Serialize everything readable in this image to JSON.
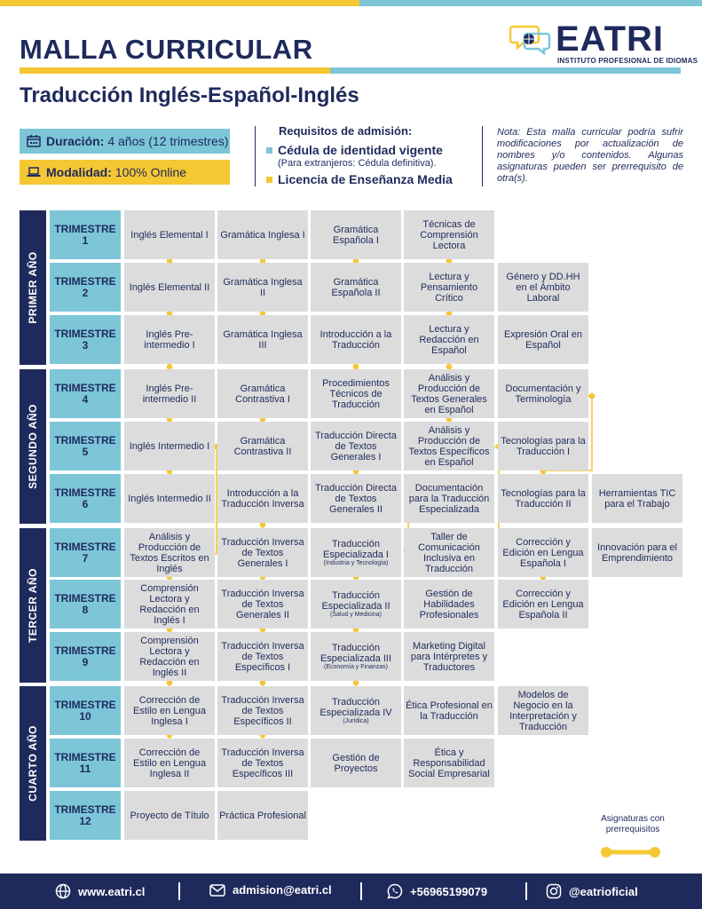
{
  "header": {
    "title": "MALLA CURRICULAR",
    "subtitle": "Traducción Inglés-Español-Inglés",
    "logo_text": "EATRI",
    "logo_subtitle": "INSTITUTO PROFESIONAL DE IDIOMAS"
  },
  "info": {
    "duration_label": "Duración:",
    "duration_value": "4 años (12 trimestres)",
    "modality_label": "Modalidad:",
    "modality_value": "100% Online"
  },
  "requirements": {
    "title": "Requisitos de admisión:",
    "item1": "Cédula de identidad vigente",
    "item1_note": "(Para extranjeros: Cédula definitiva).",
    "item2": "Licencia de Enseñanza Media"
  },
  "note": "Nota: Esta malla curricular podría sufrir modificaciones por actualización de nombres y/o contenidos. Algunas asignaturas pueden ser prerrequisito de otra(s).",
  "years": [
    "PRIMER AÑO",
    "SEGUNDO AÑO",
    "TERCER AÑO",
    "CUARTO AÑO"
  ],
  "trimester_label": "TRIMESTRE",
  "trimesters": [
    "1",
    "2",
    "3",
    "4",
    "5",
    "6",
    "7",
    "8",
    "9",
    "10",
    "11",
    "12"
  ],
  "subjects": {
    "t1": [
      "Inglés Elemental I",
      "Gramática Inglesa I",
      "Gramática Española I",
      "Técnicas de Comprensión Lectora"
    ],
    "t2": [
      "Inglés Elemental II",
      "Gramática Inglesa II",
      "Gramática Española II",
      "Lectura y Pensamiento Crítico",
      "Género y DD.HH en el Ámbito Laboral"
    ],
    "t3": [
      "Inglés Pre-intermedio I",
      "Gramática Inglesa III",
      "Introducción a la Traducción",
      "Lectura y Redacción en Español",
      "Expresión Oral en Español"
    ],
    "t4": [
      "Inglés Pre-intermedio II",
      "Gramática Contrastiva I",
      "Procedimientos Técnicos de Traducción",
      "Análisis y Producción de Textos Generales en Español",
      "Documentación y Terminología"
    ],
    "t5": [
      "Inglés Intermedio I",
      "Gramática Contrastiva II",
      "Traducción Directa de Textos Generales I",
      "Análisis y Producción de Textos Específicos en Español",
      "Tecnologías para la Traducción I"
    ],
    "t6": [
      "Inglés Intermedio II",
      "Introducción a la Traducción Inversa",
      "Traducción Directa de Textos Generales II",
      "Documentación para la Traducción Especializada",
      "Tecnologías para la Traducción II",
      "Herramientas TIC para el Trabajo"
    ],
    "t7": [
      "Análisis y Producción de Textos Escritos en Inglés",
      "Traducción Inversa de Textos Generales I",
      "Traducción Especializada I",
      "Taller de Comunicación Inclusiva en Traducción",
      "Corrección y Edición en Lengua Española I",
      "Innovación para el Emprendimiento"
    ],
    "t7_note": "(Industria y Tecnología)",
    "t8": [
      "Comprensión Lectora y Redacción en Inglés I",
      "Traducción Inversa de Textos Generales II",
      "Traducción Especializada II",
      "Gestión de Habilidades Profesionales",
      "Corrección y Edición en Lengua Española II"
    ],
    "t8_note": "(Salud y Medicina)",
    "t9": [
      "Comprensión Lectora y Redacción en Inglés II",
      "Traducción Inversa de Textos Específicos I",
      "Traducción Especializada III",
      "Marketing Digital para Intérpretes y Traductores"
    ],
    "t9_note": "(Economía y Finanzas)",
    "t10": [
      "Corrección de Estilo en Lengua Inglesa I",
      "Traducción Inversa de Textos Específicos II",
      "Traducción Especializada IV",
      "Ética Profesional en la Traducción",
      "Modelos de Negocio en la Interpretación y Traducción"
    ],
    "t10_note": "(Jurídica)",
    "t11": [
      "Corrección de Estilo en Lengua Inglesa II",
      "Traducción Inversa de Textos Específicos III",
      "Gestión de Proyectos",
      "Ética y Responsabilidad Social Empresarial"
    ],
    "t12": [
      "Proyecto de Título",
      "Práctica Profesional"
    ]
  },
  "legend": "Asignaturas con prerrequisitos",
  "footer": {
    "web": "www.eatri.cl",
    "email": "admision@eatri.cl",
    "phone": "+56965199079",
    "instagram": "@eatrioficial"
  },
  "colors": {
    "navy": "#1f2a5c",
    "cyan": "#7cc6d8",
    "yellow": "#f5c733",
    "cell_gray": "#dcdcdc"
  }
}
